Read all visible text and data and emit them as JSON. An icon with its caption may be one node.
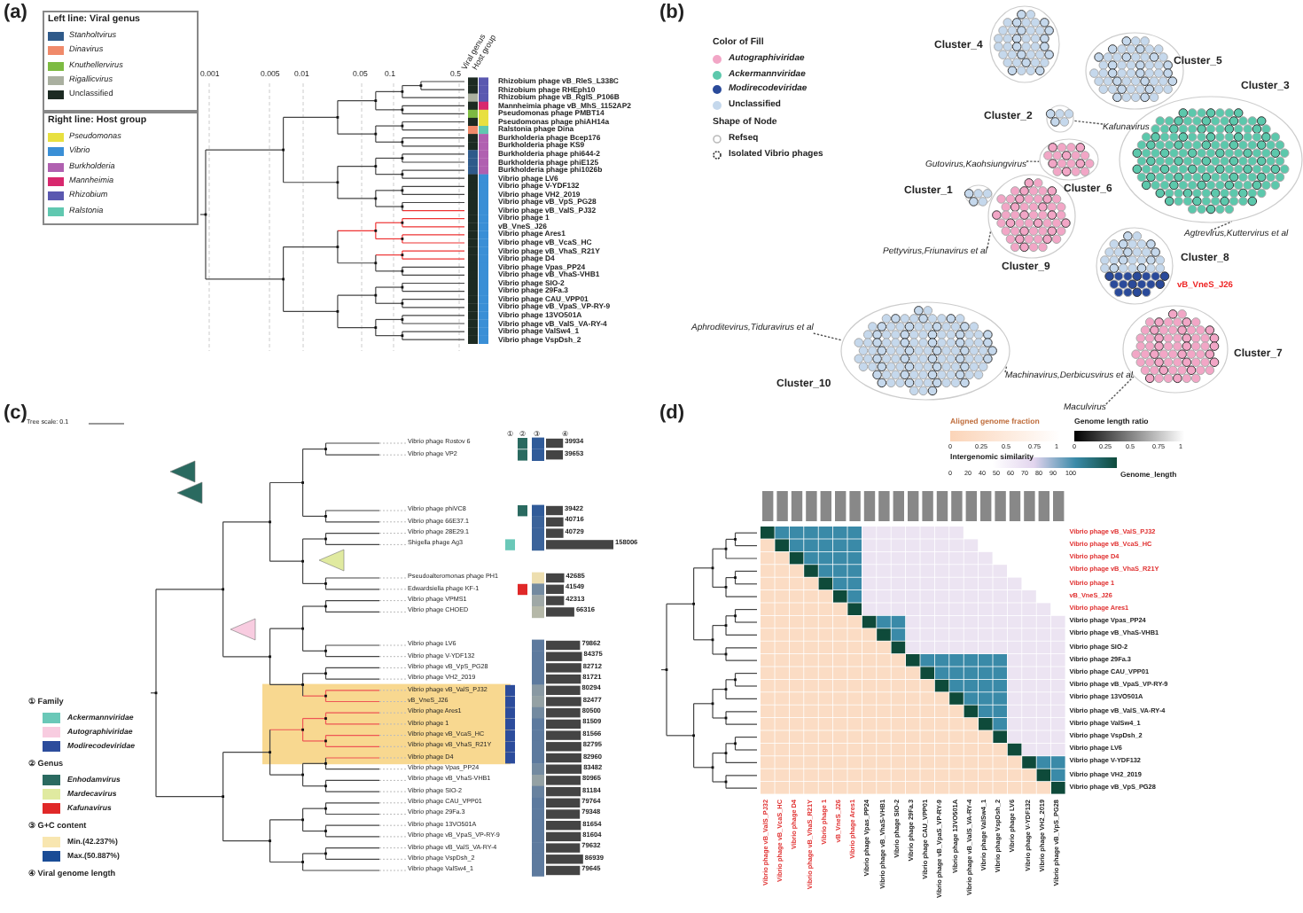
{
  "diagram": {
    "nodes": [
      {
        "text": [
          "Cluster_4"
        ]
      },
      {
        "text": [
          "Cluster_5"
        ]
      },
      {
        "text": [
          "Cluster_2"
        ]
      },
      {
        "text": [
          "Cluster_3"
        ]
      },
      {
        "text": [
          "Cluster_6"
        ]
      },
      {
        "text": [
          "Cluster_1"
        ]
      },
      {
        "text": [
          "Cluster_9"
        ]
      },
      {
        "text": [
          "Cluster_8"
        ],
        "beside": [
          "vB_VneS_J26"
        ]
      },
      {
        "text": [
          "Cluster_10"
        ]
      },
      {
        "text": [
          "Cluster_7"
        ]
      },
      {
        "text": [
          "Kafunavirus"
        ]
      },
      {
        "text": [
          "Gutovirus,Kaohsiungvirus"
        ]
      },
      {
        "text": [
          "Agtrevirus,Kuttervirus et al"
        ]
      },
      {
        "text": [
          "Pettyvirus,Friunavirus et al"
        ]
      },
      {
        "text": [
          "Aphroditevirus,Tiduravirus et al"
        ]
      },
      {
        "text": [
          "Machinavirus,Derbicusvirus et al"
        ]
      },
      {
        "text": [
          "Maculvirus"
        ]
      }
    ],
    "edges": [
      {
        "from": 10,
        "to": 2,
        "arrow": "none",
        "style": "dashed"
      },
      {
        "from": 11,
        "to": 4,
        "arrow": "none",
        "style": "dashed"
      },
      {
        "from": 12,
        "to": 3,
        "arrow": "none",
        "style": "dashed"
      },
      {
        "from": 13,
        "to": 6,
        "arrow": "none",
        "style": "dashed"
      },
      {
        "from": 14,
        "to": 8,
        "arrow": "none",
        "style": "dashed"
      },
      {
        "from": 15,
        "to": 8,
        "arrow": "none",
        "style": "dashed"
      },
      {
        "from": 16,
        "to": 9,
        "arrow": "none",
        "style": "dashed"
      }
    ],
    "labels": [
      "(a)",
      "Left line: Viral genus",
      "Right line: Host group",
      "0.001",
      "0.005",
      "0.01",
      "0.05",
      "0.1",
      "0.5",
      "Viral genus",
      "Host group",
      "Rhizobium phage vB_RleS_L338C",
      "Rhizobium phage RHEph10",
      "Rhizobium phage vB_RglS_P106B",
      "Mannheimia phage vB_MhS_1152AP2",
      "Pseudomonas phage PMBT14",
      "Pseudomonas phage phiAH14a",
      "Ralstonia phage Dina",
      "Burkholderia phage Bcep176",
      "Burkholderia phage KS9",
      "Burkholderia phage phi644-2",
      "Burkholderia phage phiE125",
      "Burkholderia phage phi1026b",
      "Vibrio phage LV6",
      "Vibrio phage V-YDF132",
      "Vibrio phage VH2_2019",
      "Vibrio phage vB_VpS_PG28",
      "Vibrio phage vB_ValS_PJ32",
      "Vibrio phage 1",
      "vB_VneS_J26",
      "Vibrio phage Ares1",
      "Vibrio phage vB_VcaS_HC",
      "Vibrio phage vB_VhaS_R21Y",
      "Vibrio phage D4",
      "Vibrio phage Vpas_PP24",
      "Vibrio phage vB_VhaS-VHB1",
      "Vibrio phage SIO-2",
      "Vibrio phage 29Fa.3",
      "Vibrio phage CAU_VPP01",
      "Vibrio phage vB_VpaS_VP-RY-9",
      "Vibrio phage 13VO501A",
      "Vibrio phage vB_ValS_VA-RY-4",
      "Vibrio phage ValSw4_1",
      "Vibrio phage VspDsh_2",
      "(b)",
      "Color of Fill",
      "Shape of Node",
      "(c)",
      "Tree scale: 0.1",
      "①",
      "②",
      "③",
      "④",
      "Vibrio phage Rostov 6",
      "39934",
      "Vibrio phage VP2",
      "39653",
      "Vibrio phage phiVC8",
      "39422",
      "Vibrio phage 66E37.1",
      "40716",
      "Vibrio phage 28E29.1",
      "40729",
      "Shigella phage Ag3",
      "158006",
      "Pseudoalteromonas phage PH1",
      "42685",
      "Edwardsiella phage KF-1",
      "41549",
      "Vibrio phage VPMS1",
      "42313",
      "Vibrio phage CHOED",
      "66316",
      "Vibrio phage LV6",
      "79862",
      "Vibrio phage V-YDF132",
      "84375",
      "Vibrio phage vB_VpS_PG28",
      "82712",
      "Vibrio phage VH2_2019",
      "81721",
      "Vibrio phage vB_ValS_PJ32",
      "80294",
      "vB_VneS_J26",
      "82477",
      "Vibrio phage Ares1",
      "80500",
      "Vibrio phage 1",
      "81509",
      "Vibrio phage vB_VcaS_HC",
      "81566",
      "Vibrio phage vB_VhaS_R21Y",
      "82795",
      "Vibrio phage D4",
      "82960",
      "Vibrio phage Vpas_PP24",
      "83482",
      "Vibrio phage vB_VhaS-VHB1",
      "80965",
      "Vibrio phage SIO-2",
      "81184",
      "Vibrio phage CAU_VPP01",
      "79764",
      "Vibrio phage 29Fa.3",
      "79348",
      "Vibrio phage 13VO501A",
      "81654",
      "Vibrio phage vB_VpaS_VP-RY-9",
      "81604",
      "Vibrio phage vB_ValS_VA-RY-4",
      "79632",
      "Vibrio phage VspDsh_2",
      "86939",
      "Vibrio phage ValSw4_1",
      "79645",
      "① Family",
      "② Genus",
      "③ G+C content",
      "④ Viral genome length",
      "(d)",
      "Aligned genome fraction",
      "0",
      "0.25",
      "0.5",
      "0.75",
      "1",
      "Genome length ratio",
      "0",
      "0.25",
      "0.5",
      "0.75",
      "1",
      "Intergenomic similarity",
      "0",
      "20",
      "40",
      "50",
      "60",
      "70",
      "80",
      "90",
      "100",
      "Genome_length",
      "Vibrio phage vB_ValS_PJ32",
      "Vibrio phage vB_VcaS_HC",
      "Vibrio phage D4",
      "Vibrio phage vB_VhaS_R21Y",
      "Vibrio phage 1",
      "vB_VneS_J26",
      "Vibrio phage Ares1",
      "Vibrio phage Vpas_PP24",
      "Vibrio phage vB_VhaS-VHB1",
      "Vibrio phage SIO-2",
      "Vibrio phage 29Fa.3",
      "Vibrio phage CAU_VPP01",
      "Vibrio phage vB_VpaS_VP-RY-9",
      "Vibrio phage 13VO501A",
      "Vibrio phage vB_ValS_VA-RY-4",
      "Vibrio phage ValSw4_1",
      "Vibrio phage VspDsh_2",
      "Vibrio phage LV6",
      "Vibrio phage V-YDF132",
      "Vibrio phage VH2_2019",
      "Vibrio phage vB_VpS_PG28",
      "Vibrio phage vB_ValS_PJ32",
      "Vibrio phage vB_VcaS_HC",
      "Vibrio phage D4",
      "Vibrio phage vB_VhaS_R21Y",
      "Vibrio phage 1",
      "vB_VneS_J26",
      "Vibrio phage Ares1",
      "Vibrio phage Vpas_PP24",
      "Vibrio phage vB_VhaS-VHB1",
      "Vibrio phage SIO-2",
      "Vibrio phage 29Fa.3",
      "Vibrio phage CAU_VPP01",
      "Vibrio phage vB_VpaS_VP-RY-9",
      "Vibrio phage 13VO501A",
      "Vibrio phage vB_ValS_VA-RY-4",
      "Vibrio phage ValSw4_1",
      "Vibrio phage VspDsh_2",
      "Vibrio phage LV6",
      "Vibrio phage V-YDF132",
      "Vibrio phage VH2_2019",
      "Vibrio phage vB_VpS_PG28"
    ],
    "legend": [
      {
        "text": "Stanholtvirus",
        "color": "#2f5a8a"
      },
      {
        "text": "Dinavirus",
        "color": "#f08a6a"
      },
      {
        "text": "Knuthellervirus",
        "color": "#7dbb42"
      },
      {
        "text": "Rigallicvirus",
        "color": "#aab0a0"
      },
      {
        "text": "Unclassified",
        "color": "#1c2a22"
      },
      {
        "text": "Pseudomonas",
        "color": "#e8e040"
      },
      {
        "text": "Vibrio",
        "color": "#3a8fd6"
      },
      {
        "text": "Burkholderia",
        "color": "#b060b0"
      },
      {
        "text": "Mannheimia",
        "color": "#d8286e"
      },
      {
        "text": "Rhizobium",
        "color": "#5a58b0"
      },
      {
        "text": "Ralstonia",
        "color": "#60c8b0"
      },
      {
        "text": "Autographiviridae",
        "color": "#f2a6c6"
      },
      {
        "text": "Ackermannviridae",
        "color": "#5cc8ac"
      },
      {
        "text": "Modirecodeviridae",
        "color": "#2a4a9a"
      },
      {
        "text": "Unclassified",
        "color": "#c5d8ec"
      },
      {
        "text": "Refseq"
      },
      {
        "text": "Isolated Vibrio phages"
      },
      {
        "text": "Ackermannviridae",
        "color": "#6ac8b8"
      },
      {
        "text": "Autographiviridae",
        "color": "#f8cce0"
      },
      {
        "text": "Modirecodeviridae",
        "color": "#2c4c9c"
      },
      {
        "text": "Enhodamvirus",
        "color": "#2a6a60"
      },
      {
        "text": "Mardecavirus",
        "color": "#e0eaa0"
      },
      {
        "text": "Kafunavirus",
        "color": "#e02828"
      },
      {
        "text": "Min.(42.237%)",
        "color": "#f8e6b0"
      },
      {
        "text": "Max.(50.887%)",
        "color": "#1a4c96"
      }
    ]
  }
}
